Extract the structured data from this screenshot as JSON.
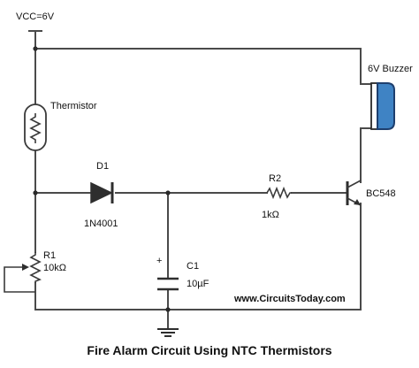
{
  "title": "Fire Alarm Circuit Using NTC Thermistors",
  "website": "www.CircuitsToday.com",
  "supply": {
    "label": "VCC=6V"
  },
  "components": {
    "thermistor": {
      "label": "Thermistor"
    },
    "buzzer": {
      "label": "6V Buzzer"
    },
    "diode": {
      "ref": "D1",
      "part": "1N4001"
    },
    "r1": {
      "ref": "R1",
      "value": "10kΩ"
    },
    "r2": {
      "ref": "R2",
      "value": "1kΩ"
    },
    "c1": {
      "ref": "C1",
      "value": "10µF",
      "polarity": "+"
    },
    "transistor": {
      "part": "BC548"
    }
  },
  "colors": {
    "wire": "#4a4a4a",
    "buzzer_fill": "#3f83c4",
    "buzzer_stroke": "#1e3f6e"
  }
}
